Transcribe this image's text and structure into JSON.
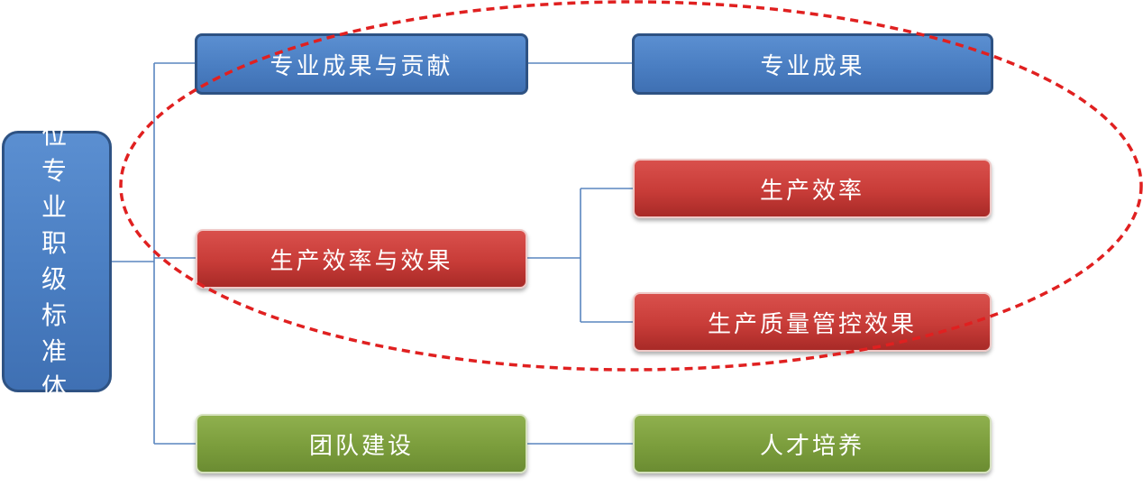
{
  "root": {
    "label": "岗位专业职级标准体系"
  },
  "level1": [
    {
      "label": "专业成果与贡献",
      "color": "#4a7ec2"
    },
    {
      "label": "生产效率与效果",
      "color": "#c83c38"
    },
    {
      "label": "团队建设",
      "color": "#7b9d3c"
    }
  ],
  "level2": [
    {
      "label": "专业成果",
      "parent": "专业成果与贡献",
      "color": "#4a7ec2"
    },
    {
      "label": "生产效率",
      "parent": "生产效率与效果",
      "color": "#c83c38"
    },
    {
      "label": "生产质量管控效果",
      "parent": "生产效率与效果",
      "color": "#c83c38"
    },
    {
      "label": "人才培养",
      "parent": "团队建设",
      "color": "#7b9d3c"
    }
  ],
  "highlight_color": "#e02020"
}
